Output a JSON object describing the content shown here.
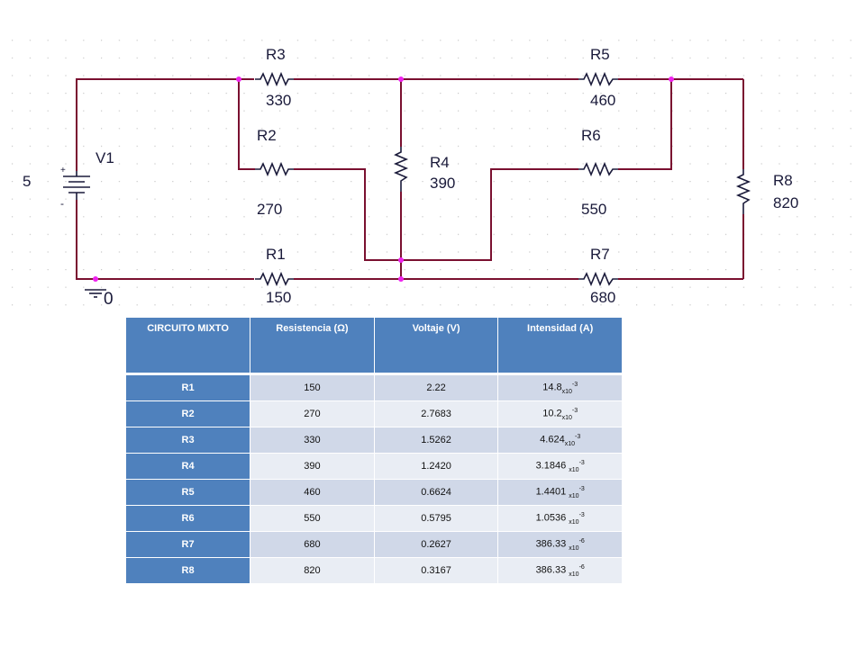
{
  "source": {
    "name": "V1",
    "value": "5",
    "plus": "+",
    "minus": "-"
  },
  "ground": {
    "node_label": "0"
  },
  "resistors": {
    "R1": {
      "name": "R1",
      "value": "150"
    },
    "R2": {
      "name": "R2",
      "value": "270"
    },
    "R3": {
      "name": "R3",
      "value": "330"
    },
    "R4": {
      "name": "R4",
      "value": "390"
    },
    "R5": {
      "name": "R5",
      "value": "460"
    },
    "R6": {
      "name": "R6",
      "value": "550"
    },
    "R7": {
      "name": "R7",
      "value": "680"
    },
    "R8": {
      "name": "R8",
      "value": "820"
    }
  },
  "colors": {
    "wire": "#7a1030",
    "node": "#ee22ee",
    "grid": "#c8c8c8",
    "table_header": "#4f81bd"
  },
  "table": {
    "headers": [
      "CIRCUITO MIXTO",
      "Resistencia (Ω)",
      "Voltaje (V)",
      "Intensidad (A)"
    ],
    "rows": [
      {
        "name": "R1",
        "resistance": "150",
        "voltage": "2.22",
        "current": "14.8",
        "sep": "",
        "mult": "x10",
        "exp": "-3"
      },
      {
        "name": "R2",
        "resistance": "270",
        "voltage": "2.7683",
        "current": "10.2",
        "sep": "",
        "mult": "x10",
        "exp": "-3"
      },
      {
        "name": "R3",
        "resistance": "330",
        "voltage": "1.5262",
        "current": "4.624",
        "sep": "",
        "mult": "x10",
        "exp": "-3"
      },
      {
        "name": "R4",
        "resistance": "390",
        "voltage": "1.2420",
        "current": "3.1846",
        "sep": " ",
        "mult": "x10",
        "exp": "-3"
      },
      {
        "name": "R5",
        "resistance": "460",
        "voltage": "0.6624",
        "current": "1.4401",
        "sep": " ",
        "mult": "x10",
        "exp": "-3"
      },
      {
        "name": "R6",
        "resistance": "550",
        "voltage": "0.5795",
        "current": "1.0536",
        "sep": " ",
        "mult": "x10",
        "exp": "-3"
      },
      {
        "name": "R7",
        "resistance": "680",
        "voltage": "0.2627",
        "current": "386.33",
        "sep": " ",
        "mult": "x10",
        "exp": "-6"
      },
      {
        "name": "R8",
        "resistance": "820",
        "voltage": "0.3167",
        "current": "386.33",
        "sep": " ",
        "mult": "x10",
        "exp": "-6"
      }
    ]
  }
}
